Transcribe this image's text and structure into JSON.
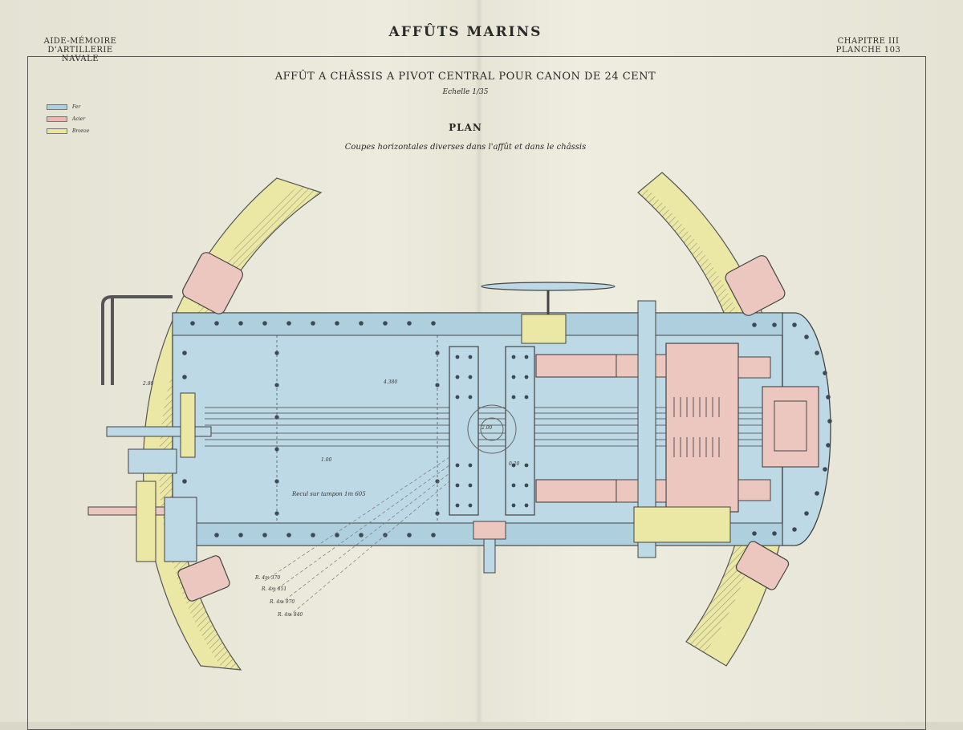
{
  "header": {
    "left_line1": "AIDE-MÉMOIRE",
    "left_line2": "D'ARTILLERIE NAVALE",
    "title": "AFFÛTS MARINS",
    "right_line1": "CHAPITRE III",
    "right_line2": "PLANCHE 103"
  },
  "drawing": {
    "subtitle": "AFFÛT A CHÂSSIS A PIVOT CENTRAL POUR CANON DE 24 CENT",
    "scale": "Echelle 1/35",
    "section": "PLAN",
    "caption": "Coupes horizontales diverses dans l'affût et dans le châssis",
    "recul_label": "Recul sur tampon 1m 605",
    "dims": {
      "d1": "2.80",
      "d2": "4.380",
      "d3": "2.00",
      "d4": "1.00",
      "d5": "0.20",
      "r1": "R. 4m 370",
      "r2": "R. 4m 651",
      "r3": "R. 4m 970",
      "r4": "R. 4m 840"
    }
  },
  "legend": {
    "items": [
      {
        "label": "Fer",
        "color": "#a9cfe0"
      },
      {
        "label": "Acier",
        "color": "#e6b9b3"
      },
      {
        "label": "Bronze",
        "color": "#e9e69a"
      }
    ]
  },
  "colors": {
    "fer": "#bcd9e5",
    "acier": "#ecc7c0",
    "bronze": "#ebe8a6",
    "ink": "#3a3a3a",
    "paper": "#ecebdd"
  }
}
